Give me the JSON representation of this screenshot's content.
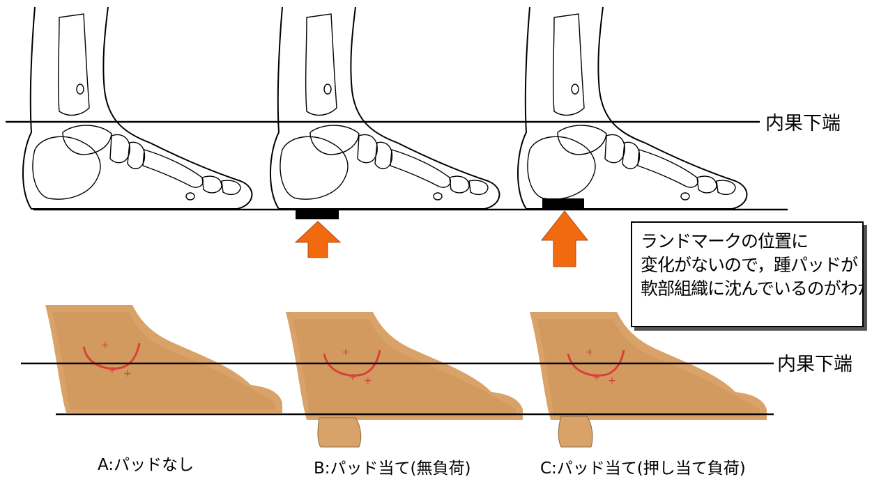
{
  "lines": {
    "top_label": "内果下端",
    "bottom_label": "内果下端"
  },
  "note": {
    "lines": [
      "ランドマークの位置に",
      "変化がないので，踵パッドが",
      "軟部組織に沈んでいるのがわかる."
    ]
  },
  "captions": {
    "a": "A:パッドなし",
    "b": "B:パッド当て(無負荷)",
    "c": "C:パッド当て(押し当て負荷)"
  },
  "colors": {
    "arrow": "#f26a10",
    "skin": "#d9a268",
    "marker": "#d8403a"
  }
}
